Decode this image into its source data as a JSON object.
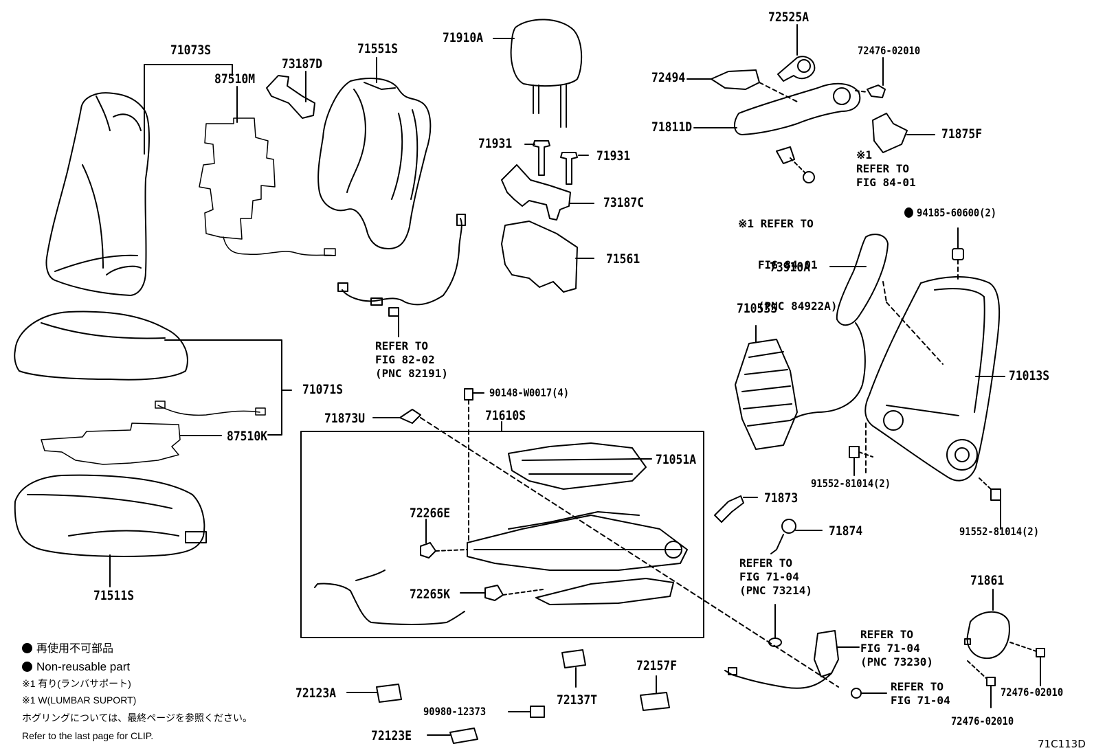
{
  "parts": {
    "p71073s": "71073S",
    "p87510m": "87510M",
    "p73187d": "73187D",
    "p71551s": "71551S",
    "p71910a": "71910A",
    "p72525a": "72525A",
    "p72476_top": "72476-02010",
    "p72494": "72494",
    "p71811d": "71811D",
    "p71875f": "71875F",
    "p71931_left": "71931",
    "p71931_right": "71931",
    "p73187c": "73187C",
    "p71561": "71561",
    "p94185": "94185-60600(2)",
    "p73910a": "73910A",
    "p71053s": "71053S",
    "p71013s": "71013S",
    "p71071s": "71071S",
    "p87510k": "87510K",
    "p90148": "90148-W0017(4)",
    "p71873u": "71873U",
    "p71610s": "71610S",
    "p71051a": "71051A",
    "p91552_a": "91552-81014(2)",
    "p91552_b": "91552-81014(2)",
    "p71873": "71873",
    "p72266e": "72266E",
    "p71874": "71874",
    "p72265k": "72265K",
    "p71511s": "71511S",
    "p71861": "71861",
    "p72157f": "72157F",
    "p72123a": "72123A",
    "p72137t": "72137T",
    "p90980": "90980-12373",
    "p72123e": "72123E",
    "p72476_b1": "72476-02010",
    "p72476_b2": "72476-02010"
  },
  "refs": {
    "r_fig8202": [
      "REFER TO",
      "FIG 82-02",
      "(PNC 82191)"
    ],
    "r_fig8401_right": [
      "※1",
      "REFER TO",
      "FIG 84-01"
    ],
    "r_fig8401_mid": [
      "※1 REFER TO",
      "   FIG 84-01",
      "   (PNC 84922A)"
    ],
    "r_fig7104_a": [
      "REFER TO",
      "FIG 71-04",
      "(PNC 73214)"
    ],
    "r_fig7104_b": [
      "REFER TO",
      "FIG 71-04",
      "(PNC 73230)"
    ],
    "r_fig7104_c": [
      "REFER TO",
      "FIG 71-04"
    ]
  },
  "legend": {
    "jp_nonreusable": "再使用不可部品",
    "en_nonreusable": "Non-reusable part",
    "jp_lumbar": "※1 有り(ランバサポート)",
    "en_lumbar": "※1 W(LUMBAR SUPORT)",
    "jp_clip": "ホグリングについては、最終ページを参照ください。",
    "en_clip": "Refer to the last page for CLIP."
  },
  "diagram_code": "71C113D",
  "colors": {
    "line": "#000000",
    "background": "#ffffff"
  }
}
